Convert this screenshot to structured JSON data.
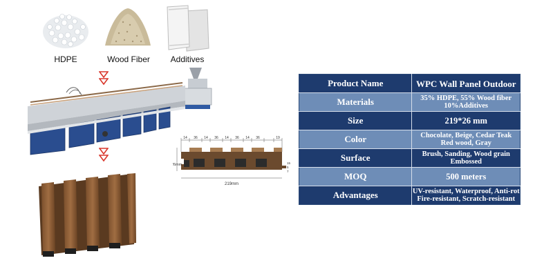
{
  "materials": [
    {
      "label": "HDPE",
      "icon": "pellets-icon"
    },
    {
      "label": "Wood Fiber",
      "icon": "wood-fiber-icon"
    },
    {
      "label": "Additives",
      "icon": "sack-icon"
    }
  ],
  "drawing": {
    "top_dims": [
      "14",
      "36",
      "14",
      "36",
      "14",
      "36",
      "14",
      "36",
      "19"
    ],
    "height_label": "26mm",
    "width_label": "219mm",
    "side_dims": [
      "15",
      "5",
      "7"
    ]
  },
  "table": {
    "rows": [
      {
        "key": "Product Name",
        "value": "WPC Wall Panel Outdoor"
      },
      {
        "key": "Materials",
        "value": "35% HDPE, 55% Wood fiber\n10%Additives"
      },
      {
        "key": "Size",
        "value": "219*26 mm"
      },
      {
        "key": "Color",
        "value": "Chocolate, Beige, Cedar Teak\nRed wood, Gray"
      },
      {
        "key": "Surface",
        "value": "Brush, Sanding, Wood grain\nEmbossed"
      },
      {
        "key": "MOQ",
        "value": "500 meters"
      },
      {
        "key": "Advantages",
        "value": "UV-resistant, Waterproof, Anti-rot\nFire-resistant, Scratch-resistant"
      }
    ]
  },
  "colors": {
    "table_dark": "#1e3b6e",
    "table_light": "#6e8db7",
    "arrow": "#d9372b",
    "wood": "#8a5a35"
  }
}
